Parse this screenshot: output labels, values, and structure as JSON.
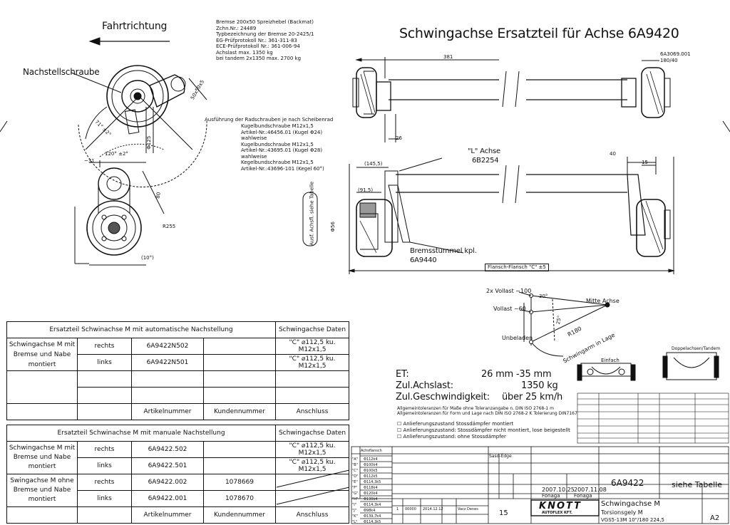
{
  "title": "Schwingachse Ersatzteil für Achse 6A9420",
  "direction_label": "Fahrtrichtung",
  "adjust_label": "Nachstellschraube",
  "brake_info": [
    "Bremse 200x50 Spreizhebel (Backmat)",
    "Zchn.Nr.: 24489",
    "Typbezeichnung der Bremse 20-2425/1",
    "EG-Prüfprotokoll Nr.: 361-311-83",
    "ECE-Prüfprotokoll Nr.: 361-006-94",
    "Achslast max. 1350 kg",
    "bei tandem 2x1350 max. 2700 kg"
  ],
  "wheel_bolts": [
    "Ausführung der Radschrauben je nach Scheibenrad",
    "Kugelbundschraube M12x1,5",
    "Artikel-Nr.:46456.01 (Kugel Φ24)",
    "wahlweise",
    "Kugelbundschraube M12x1,5",
    "Artikel-Nr.:43695.01 (Kugel Φ28)",
    "wahlweise",
    "Kegelbundschraube M12x1,5",
    "Artikel-Nr.:43696-101 (Kegel 60°)"
  ],
  "dims": {
    "d381": "381",
    "d26": "26",
    "d40": "40",
    "d15": "15",
    "d1455": "(145,5)",
    "d915": "(91,5)",
    "d31": "~31",
    "d120": "120° ±2°",
    "d71": "71° ±2°",
    "d125": "Φ125",
    "d80": "80",
    "r255": "R255",
    "d10": "(10°)",
    "d50x50": "50x50x5",
    "d56": "Φ56",
    "flange": "Flansch-Flansch \"C\" ±5",
    "ref1": "6A3069.001",
    "ref2": "180/40"
  },
  "l_axle": {
    "line1": "\"L\" Achse",
    "line2": "6B2254"
  },
  "stub": {
    "line1": "Bremsstummel kpl.",
    "line2": "6A9440"
  },
  "rotated_note": "Ausf. Achsfl. siehe Tabelle",
  "swing": {
    "full2x": "2x Vollast ~100",
    "full": "Vollast ~60",
    "unloaded": "Unbeladen",
    "center": "Mitte Achse",
    "r180": "R180",
    "angle25": "25°",
    "angle30": "30°",
    "lage": "Schwingarm in Lage",
    "einfach": "Einfach",
    "doppel": "Doppelachsen/Tandem"
  },
  "specs": [
    {
      "label": "ET:",
      "value": "26 mm -35 mm"
    },
    {
      "label": "Zul.Achslast:",
      "value": "1350 kg"
    },
    {
      "label": "Zul.Geschwindigkeit:",
      "value": "über 25 km/h"
    }
  ],
  "tolerances": [
    "Allgemeintoleranzen für Maße ohne Toleranzangabe n. DIN ISO 2768-1 m",
    "Allgemeintoleranzen für Form und Lage nach DIN ISO 2768-2 K Tolerierung DIN7167"
  ],
  "checkboxes": [
    "Anlieferungszustand Stossdämpfer montiert",
    "Anlieferungszustand: Stossdämpfer nicht montiert, lose beigestellt",
    "Anlieferungszustand: ohne Stossdämpfer"
  ],
  "table1": {
    "header_left": "Ersatzteil Schwinachse M mit automatische Nachstellung",
    "header_right": "Schwingachse Daten",
    "desc": "Schwingachse M mit Bremse und Nabe montiert",
    "rows": [
      {
        "side": "rechts",
        "article": "6A9422N502",
        "customer": "",
        "conn": "\"C\" ⌀112,5 ku. M12x1,5"
      },
      {
        "side": "links",
        "article": "6A9422N501",
        "customer": "",
        "conn": "\"C\" ⌀112,5 ku. M12x1,5"
      }
    ],
    "foot": [
      "Artikelnummer",
      "Kundennummer",
      "Anschluss"
    ]
  },
  "table2": {
    "header_left": "Ersatzteil Schwinachse M mit manuale Nachstellung",
    "header_right": "Schwingachse Daten",
    "desc1": "Schwingachse M mit Bremse und Nabe montiert",
    "desc2": "Swingachse M ohne Bremse und Nabe montiert",
    "rows": [
      {
        "side": "rechts",
        "article": "6A9422.502",
        "customer": "",
        "conn": "\"C\" ⌀112,5 ku. M12x1,5"
      },
      {
        "side": "links",
        "article": "6A9422.501",
        "customer": "",
        "conn": "\"C\" ⌀112,5 ku. M12x1,5"
      },
      {
        "side": "rechts",
        "article": "6A9422.002",
        "customer": "1078669",
        "conn": ""
      },
      {
        "side": "links",
        "article": "6A9422.001",
        "customer": "1078670",
        "conn": ""
      }
    ],
    "foot": [
      "Artikelnummer",
      "Kundennummer",
      "Anschluss"
    ]
  },
  "title_block": {
    "drawing_no": "6A9422",
    "see_table": "siehe Tabelle",
    "name1": "Schwingachse M",
    "name2": "Torsionsgely M",
    "name3": "VGS5-13M 10\"/180 224,5",
    "company": "KNOTT",
    "company_sub": "AUTOFLEX KFT.",
    "date1": "2007.10.25",
    "date2": "2007.11.08",
    "name_a": "Fonaga",
    "name_b": "Fonaga",
    "sheet": "15",
    "size": "A2",
    "revision_date": "2014.12.12",
    "revision_name": "Vacz Denes",
    "rev_no": "1",
    "rev_code": "00000",
    "material": "Sasd-Edge"
  },
  "conn_list": [
    "Φ112k4",
    "Φ100k4",
    "Φ100k5",
    "Φ112k5",
    "Φ114,3k5",
    "Φ118k4",
    "Φ120k4",
    "Φ130k4",
    "Φ114,3k4",
    "Φ98k4",
    "Φ139,7k4",
    "Φ114,3k5"
  ],
  "conn_keys": [
    "\"A\"",
    "\"B\"",
    "\"C\"",
    "\"D\"",
    "\"E\"",
    "\"F\"",
    "\"G\"",
    "\"H\"",
    "\"I\"",
    "\"J\"",
    "\"K\"",
    "\"L\""
  ],
  "conn_header": "Achsflansch"
}
